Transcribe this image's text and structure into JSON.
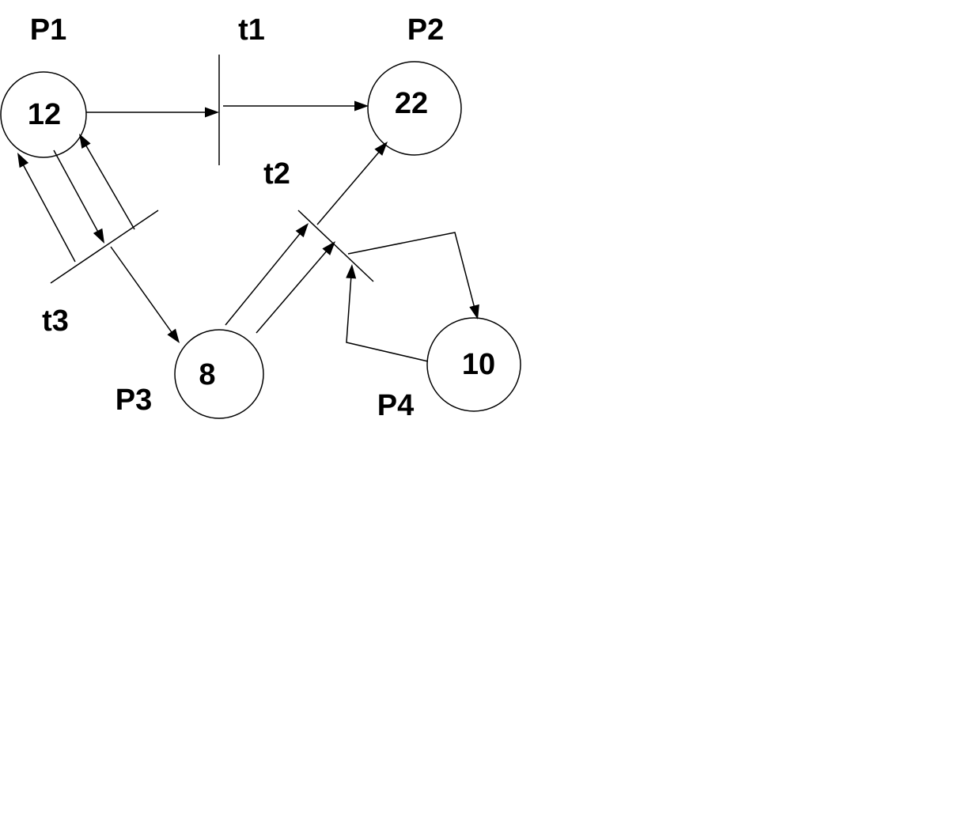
{
  "places": {
    "p1": {
      "label": "P1",
      "tokens": "12"
    },
    "p2": {
      "label": "P2",
      "tokens": "22"
    },
    "p3": {
      "label": "P3",
      "tokens": "8"
    },
    "p4": {
      "label": "P4",
      "tokens": "10"
    }
  },
  "transitions": {
    "t1": {
      "label": "t1"
    },
    "t2": {
      "label": "t2"
    },
    "t3": {
      "label": "t3"
    }
  },
  "arcs": [
    {
      "from": "P1",
      "to": "t1"
    },
    {
      "from": "t1",
      "to": "P2"
    },
    {
      "from": "P1",
      "to": "t3"
    },
    {
      "from": "t3",
      "to": "P1"
    },
    {
      "from": "t3",
      "to": "P1"
    },
    {
      "from": "t3",
      "to": "P3"
    },
    {
      "from": "P3",
      "to": "t2"
    },
    {
      "from": "P3",
      "to": "t2"
    },
    {
      "from": "t2",
      "to": "P2"
    },
    {
      "from": "t2",
      "to": "P4"
    },
    {
      "from": "P4",
      "to": "t2"
    }
  ]
}
